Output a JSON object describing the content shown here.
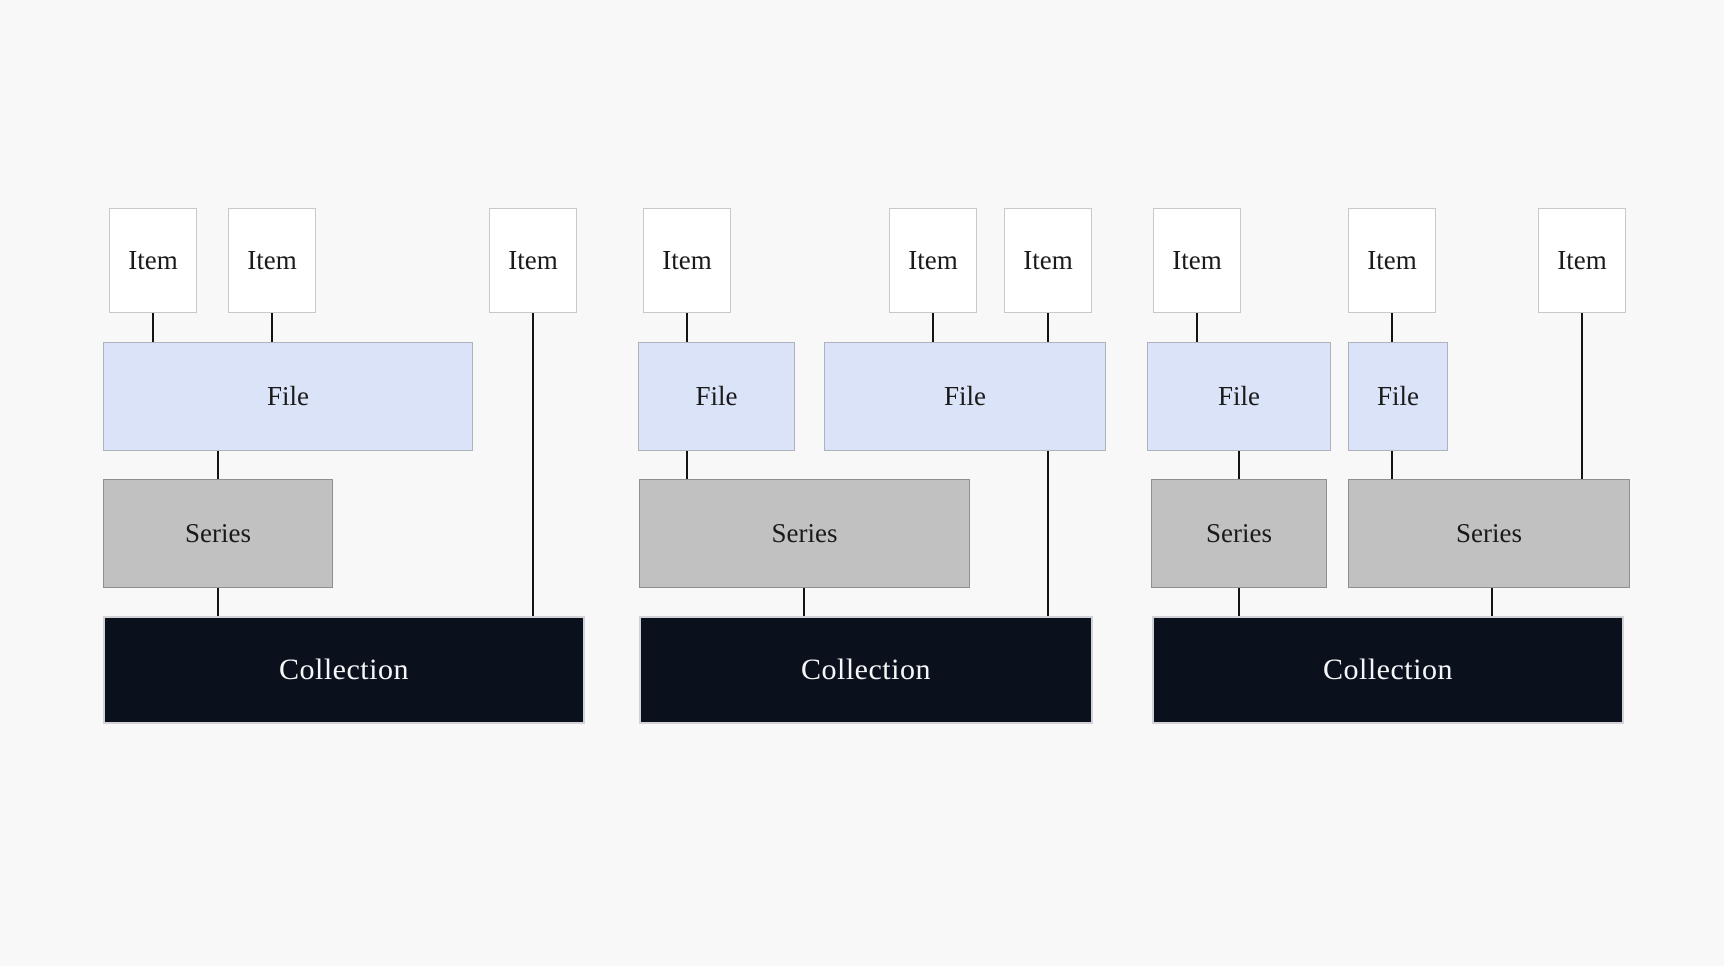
{
  "diagram": {
    "type": "hierarchy",
    "colors": {
      "background": "#f8f8f8",
      "item_fill": "#ffffff",
      "item_border": "#c9c9c9",
      "item_text": "#1a1a1a",
      "file_fill": "#dbe3f8",
      "file_border": "#aeb2bc",
      "series_fill": "#c1c1c1",
      "series_border": "#8f8f8f",
      "collection_fill": "#0b101d",
      "collection_border": "#d2d2d6",
      "collection_text": "#f5f6f7",
      "line": "#141414"
    },
    "groups": [
      {
        "items": [
          {
            "label": "Item"
          },
          {
            "label": "Item"
          },
          {
            "label": "Item"
          }
        ],
        "files": [
          {
            "label": "File"
          }
        ],
        "series": [
          {
            "label": "Series"
          }
        ],
        "collection": {
          "label": "Collection"
        },
        "edges": [
          "item-1 → file-1",
          "item-2 → file-1",
          "item-3 → collection",
          "file-1 → series-1",
          "series-1 → collection"
        ]
      },
      {
        "items": [
          {
            "label": "Item"
          },
          {
            "label": "Item"
          },
          {
            "label": "Item"
          }
        ],
        "files": [
          {
            "label": "File"
          },
          {
            "label": "File"
          }
        ],
        "series": [
          {
            "label": "Series"
          }
        ],
        "collection": {
          "label": "Collection"
        },
        "edges": [
          "item-1 → file-1",
          "item-2 → file-2",
          "item-3 → file-2",
          "file-1 → series-1",
          "file-2 → collection",
          "series-1 → collection"
        ]
      },
      {
        "items": [
          {
            "label": "Item"
          },
          {
            "label": "Item"
          },
          {
            "label": "Item"
          }
        ],
        "files": [
          {
            "label": "File"
          },
          {
            "label": "File"
          }
        ],
        "series": [
          {
            "label": "Series"
          },
          {
            "label": "Series"
          }
        ],
        "collection": {
          "label": "Collection"
        },
        "edges": [
          "item-1 → file-1",
          "item-2 → file-2",
          "item-3 → series-2",
          "file-1 → series-1",
          "file-2 → series-2",
          "series-1 → collection",
          "series-2 → collection"
        ]
      }
    ]
  }
}
